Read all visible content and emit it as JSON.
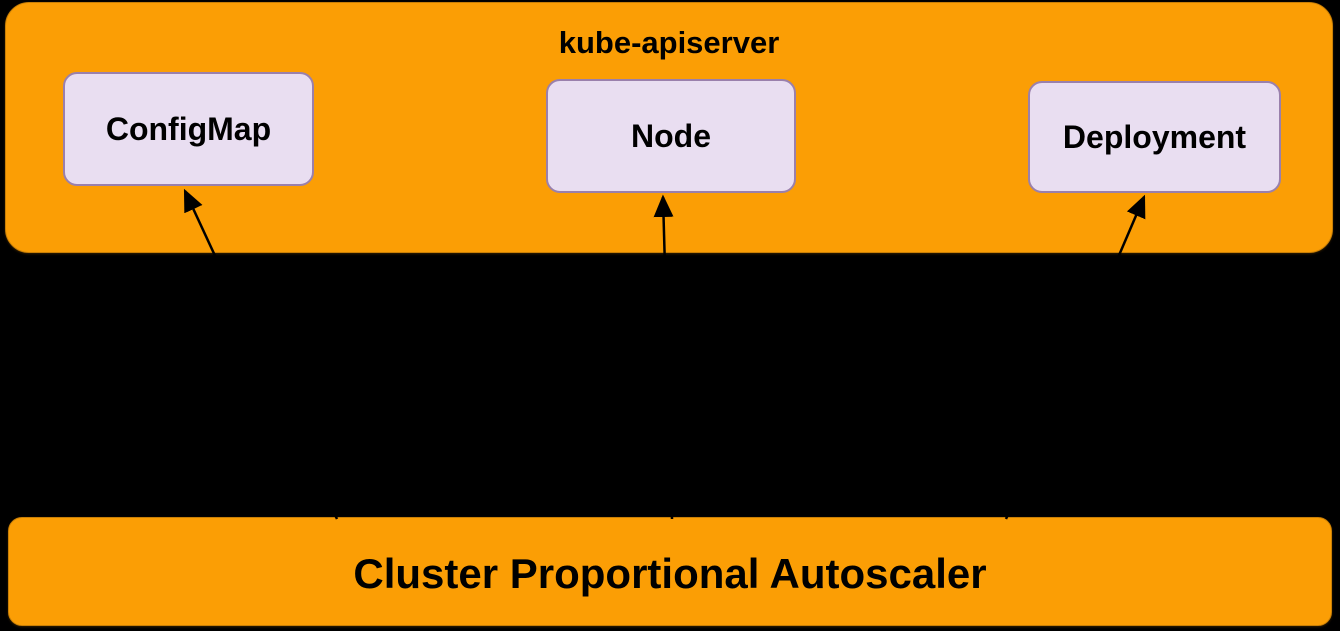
{
  "colors": {
    "background": "#000000",
    "panel_orange": "#fb9e05",
    "panel_border": "#c97f06",
    "resource_fill": "#e9def1",
    "resource_border": "#9a80ac",
    "arrow": "#000000",
    "text": "#000000"
  },
  "apiserver": {
    "title": "kube-apiserver",
    "resources": [
      {
        "label": "ConfigMap"
      },
      {
        "label": "Node"
      },
      {
        "label": "Deployment"
      }
    ]
  },
  "autoscaler": {
    "title": "Cluster Proportional Autoscaler"
  }
}
